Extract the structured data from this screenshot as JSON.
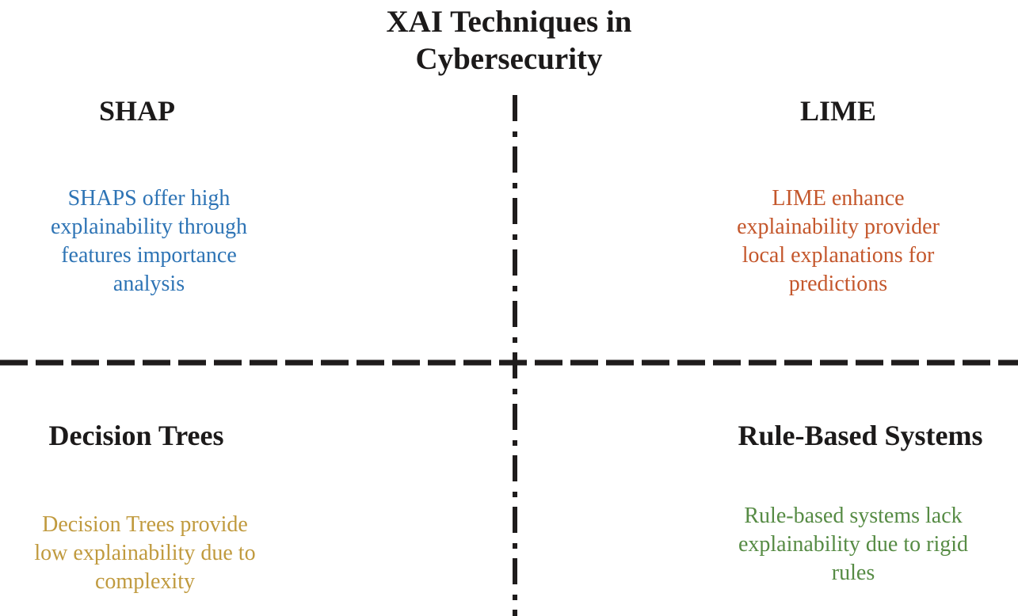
{
  "title": {
    "line1": "XAI Techniques in",
    "line2": "Cybersecurity"
  },
  "dividers": {
    "color": "#1f1c1c",
    "vertical_style": "dash-dot",
    "horizontal_style": "dashed"
  },
  "quadrants": [
    {
      "id": "shap",
      "heading": "SHAP",
      "lines": [
        "SHAPS offer high",
        "explainability through",
        "features importance",
        "analysis"
      ],
      "color": "#2E74B5"
    },
    {
      "id": "lime",
      "heading": "LIME",
      "lines": [
        "LIME enhance",
        "explainability provider",
        "local explanations for",
        "predictions"
      ],
      "color": "#C4572C"
    },
    {
      "id": "decision-trees",
      "heading": "Decision Trees",
      "lines": [
        "Decision Trees provide",
        "low explainability due to",
        "complexity"
      ],
      "color": "#C09A3E"
    },
    {
      "id": "rule-based-systems",
      "heading": "Rule-Based Systems",
      "lines": [
        "Rule-based systems lack",
        "explainability due to rigid",
        "rules"
      ],
      "color": "#568B44"
    }
  ]
}
